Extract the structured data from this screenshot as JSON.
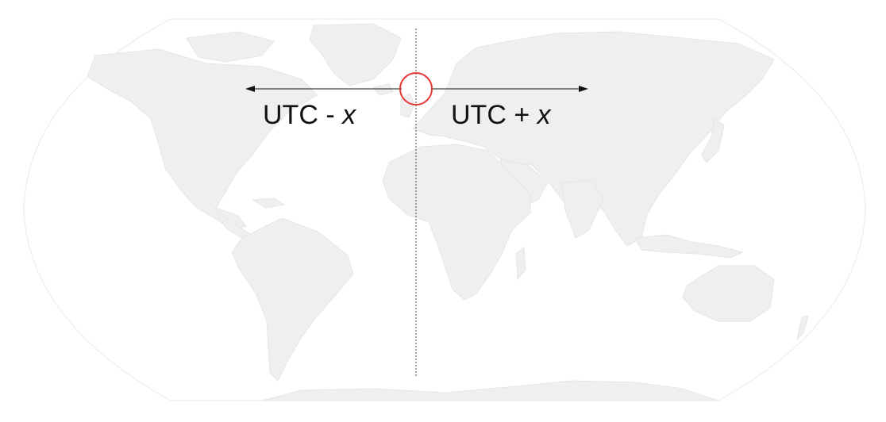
{
  "colors": {
    "background": "#ffffff",
    "land": "#efefef",
    "ocean": "#ffffff",
    "outline": "#e8e8e8",
    "meridian": "#444444",
    "arrow": "#111111",
    "marker": "#e53935",
    "text": "#111111"
  },
  "labels": {
    "west": {
      "prefix": "UTC - ",
      "variable": "x"
    },
    "east": {
      "prefix": "UTC + ",
      "variable": "x"
    }
  },
  "markers": {
    "origin_circle": "red-circle"
  }
}
